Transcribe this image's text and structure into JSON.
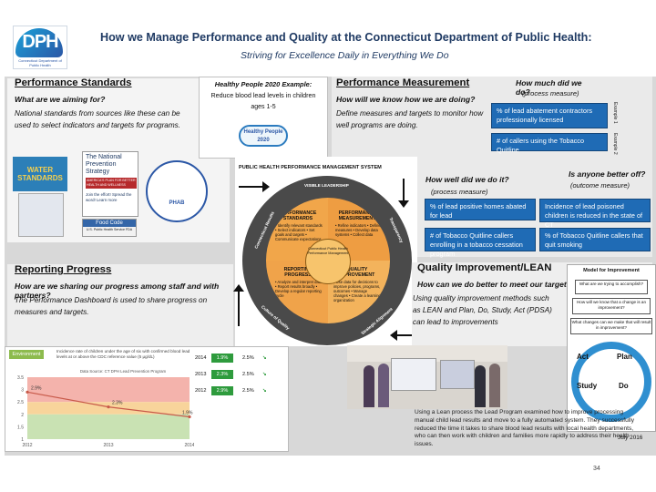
{
  "header": {
    "logo_text": "DPH",
    "logo_sub": "Connecticut Department of Public Health",
    "title": "How we Manage Performance and Quality at the Connecticut Department of Public Health:",
    "subtitle": "Striving for Excellence Daily in Everything We Do"
  },
  "performance_standards": {
    "heading": "Performance Standards",
    "question": "What are we aiming for?",
    "body": "National standards from sources like these can be used to select indicators and targets for programs.",
    "water_label": "WATER STANDARDS",
    "npp_title": "The National Prevention Strategy",
    "npp_sub": "AMERICA'S PLAN FOR BETTER HEALTH AND WELLNESS",
    "npp_cta": "Join the effort! Spread the word! Learn more",
    "food_code": "Food Code",
    "food_code_sub": "U.S. Public Health Service FDA",
    "phab": "PHAB"
  },
  "hp2020": {
    "title": "Healthy People 2020 Example:",
    "line1": "Reduce blood lead levels in children",
    "line2": "ages 1-5",
    "badge": "Healthy People 2020"
  },
  "performance_measurement": {
    "heading": "Performance Measurement",
    "question": "How will we know how we are doing?",
    "body": "Define measures and targets to monitor how well programs are doing.",
    "how_much": "How much did we do?",
    "process": "(process measure)",
    "box1": "% of lead abatement contractors professionally licensed",
    "box2": "# of callers using the Tobacco Quitline",
    "side1": "Example 1",
    "side2": "Example 2",
    "how_well": "How well did we do it?",
    "process2": "(process measure)",
    "better_off": "Is anyone better off?",
    "outcome": "(outcome measure)",
    "box3": "% of lead positive homes abated for lead",
    "box4": "Incidence of lead poisoned children is reduced in the state of CT",
    "box5": "# of Tobacco Quitline callers enrolling in a tobacco cessation program",
    "box6": "% of Tobacco Quitline callers that quit smoking"
  },
  "diagram": {
    "title": "PUBLIC HEALTH PERFORMANCE MANAGEMENT SYSTEM",
    "ring_top": "VISIBLE LEADERSHIP",
    "ring_left": "Connecticut Results",
    "ring_right": "Transparency",
    "ring_bottom_left": "Culture of Quality",
    "ring_bottom_right": "Strategic Alignment",
    "q1_title": "PERFORMANCE STANDARDS",
    "q1_body": "• Identify relevant standards • Select indicators • Set goals and targets • Communicate expectations",
    "q2_title": "PERFORMANCE MEASUREMENT",
    "q2_body": "• Refine indicators • Define measures • Develop data systems • Collect data",
    "q3_title": "REPORTING PROGRESS",
    "q3_body": "• Analyze and interpret data • Report results broadly • Develop a regular reporting cycle",
    "q4_title": "QUALITY IMPROVEMENT",
    "q4_body": "• Use data for decisions to improve policies, programs, outcomes • Manage changes • Create a learning organization",
    "center": "Connecticut Public Health Performance Management"
  },
  "reporting": {
    "heading": "Reporting Progress",
    "question": "How are we sharing our progress among staff and with partners?",
    "body": "The Performance Dashboard is used to share progress on measures and targets."
  },
  "dashboard": {
    "env_label": "Environment",
    "desc": "Incidence rate of children under the age of six with confirmed blood lead levels at or above the CDC reference value (5 µg/dL)",
    "chart_title": "Data Source: CT DPH Lead Prevention Program",
    "rows": [
      {
        "year": "2014",
        "value": "1.9%",
        "target": "2.5%"
      },
      {
        "year": "2013",
        "value": "2.3%",
        "target": "2.5%"
      },
      {
        "year": "2012",
        "value": "2.9%",
        "target": "2.5%"
      }
    ],
    "y_ticks": [
      "3.5",
      "3",
      "2.5",
      "2",
      "1.5",
      "1"
    ],
    "x_ticks": [
      "2012",
      "2013",
      "2014"
    ],
    "point_labels": [
      "2.9%",
      "2.3%",
      "1.9%"
    ],
    "colors": {
      "red": "#f4b3ac",
      "orange": "#f8d49b",
      "green": "#c9e2b3",
      "line": "#c85a4a"
    }
  },
  "qi": {
    "heading": "Quality Improvement/LEAN",
    "question": "How can we do better to meet our targets?",
    "body": "Using quality improvement methods such as LEAN and Plan, Do, Study, Act (PDSA) can lead to improvements",
    "model_title": "Model for Improvement",
    "m1": "What are we trying to accomplish?",
    "m2": "How will we know that a change is an improvement?",
    "m3": "What changes can we make that will result in improvement?",
    "act": "Act",
    "plan": "Plan",
    "study": "Study",
    "do": "Do",
    "paragraph": "Using a Lean process the Lead Program examined how to improve processing manual child lead results and move to a fully automated system. They successfully reduced the time it takes to share blood lead results with local health departments, who can then work with children and families more rapidly to address their health issues.",
    "date": "July 2016"
  },
  "page_number": "34"
}
